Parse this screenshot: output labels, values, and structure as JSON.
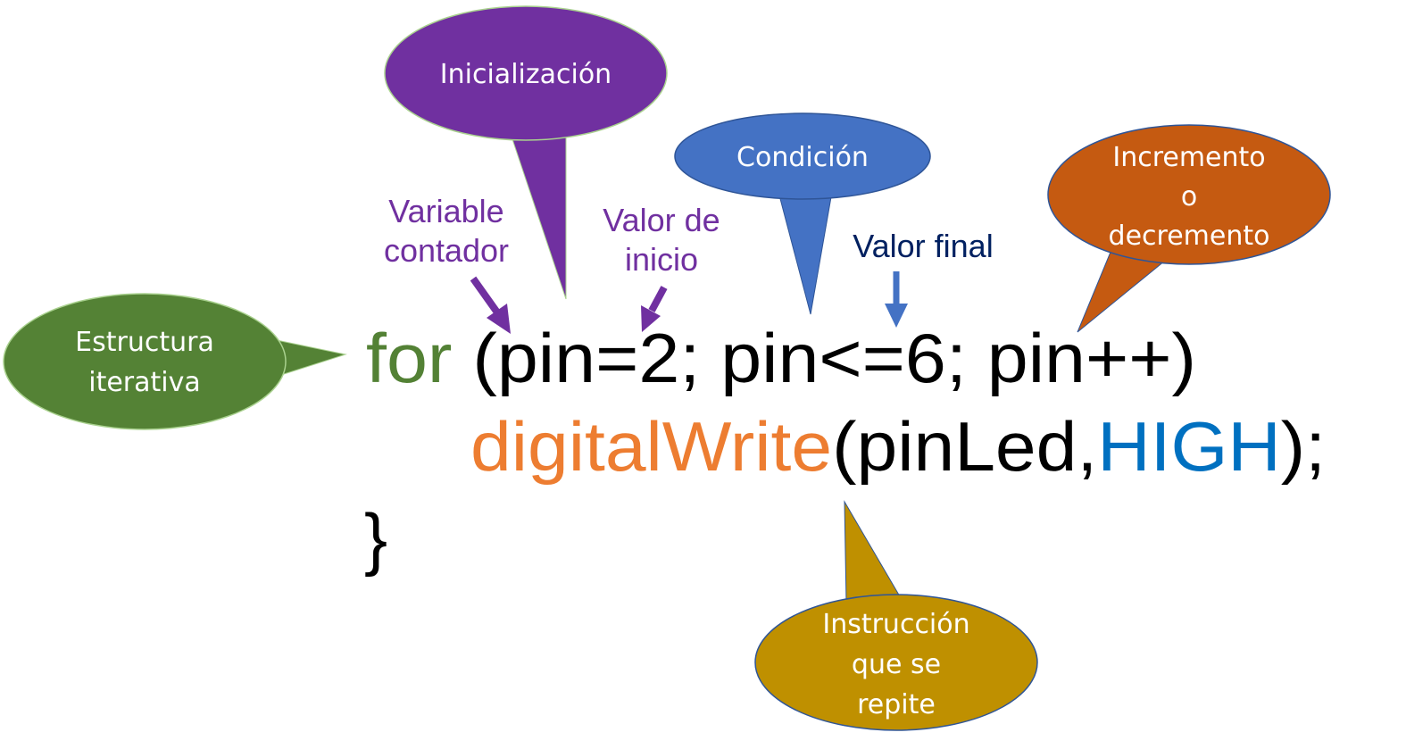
{
  "colors": {
    "initialization": "#7030A0",
    "condition": "#4472C4",
    "increment": "#C55A11",
    "structure": "#548235",
    "instruction": "#BF9000",
    "keyword_for": "#538135",
    "function": "#ED7D31",
    "constant": "#0070C0",
    "final_value": "#002060"
  },
  "bubbles": {
    "initialization": [
      "Inicialización"
    ],
    "condition": [
      "Condición"
    ],
    "increment": [
      "Incremento",
      "o",
      "decremento"
    ],
    "structure": [
      "Estructura",
      "iterativa"
    ],
    "instruction": [
      "Instrucción",
      "que se",
      "repite"
    ]
  },
  "labels": {
    "counter_variable": [
      "Variable",
      "contador"
    ],
    "start_value": [
      "Valor de",
      "inicio"
    ],
    "final_value": "Valor final"
  },
  "code": {
    "keyword": "for",
    "header": " (pin=2; pin<=6; pin++)",
    "function_name": "digitalWrite",
    "args_open": "(pinLed,",
    "constant": "HIGH",
    "args_close": ");",
    "closing_brace": "}"
  }
}
